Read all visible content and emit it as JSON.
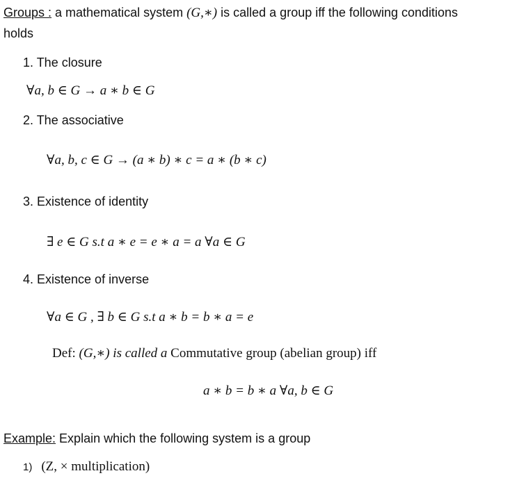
{
  "intro": {
    "term": "Groups :",
    "text_before": " a mathematical system ",
    "system": "(G,∗)",
    "text_after": " is called a group iff the following conditions",
    "continuation": "holds"
  },
  "conditions": [
    {
      "label": "1.  The closure",
      "formula": "∀a, b ∈ G     →     a ∗ b ∈ G"
    },
    {
      "label": "2.  The associative",
      "formula": "∀a, b, c ∈ G     →     (a ∗ b) ∗ c = a ∗ (b ∗ c)"
    },
    {
      "label": "3.  Existence of identity",
      "formula": "∃ e ∈ G   s.t   a ∗ e = e ∗ a = a    ∀a ∈ G"
    },
    {
      "label": "4.  Existence of inverse",
      "formula": "∀a ∈ G  ,  ∃ b ∈ G   s.t   a ∗ b = b ∗ a = e"
    }
  ],
  "definition": {
    "prefix": "Def: ",
    "system": "(G,∗) is called a",
    "text": " Commutative group  (abelian group) iff",
    "formula": "a ∗ b = b ∗ a    ∀a, b ∈ G"
  },
  "example": {
    "label": "Example:",
    "text": " Explain which the following system is a group",
    "item_number": "1)",
    "item_text": "(Z,  ×  multiplication)"
  }
}
